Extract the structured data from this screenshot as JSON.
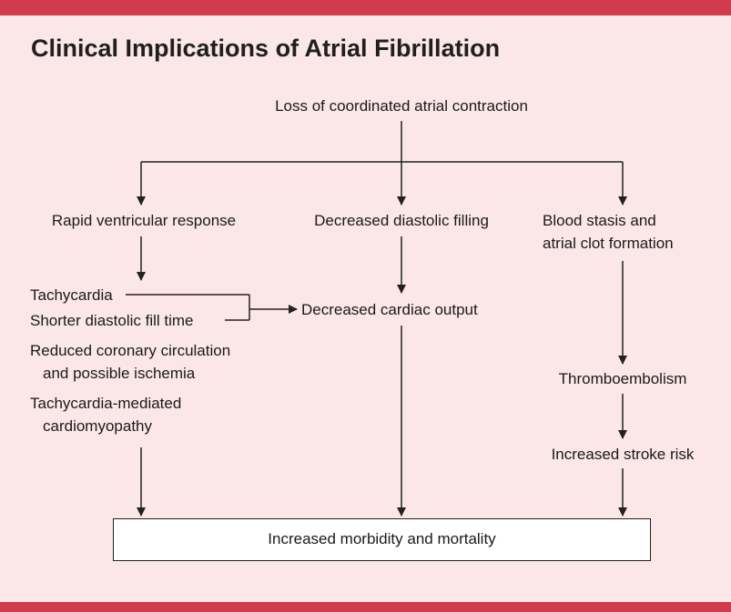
{
  "title": "Clinical Implications of Atrial Fibrillation",
  "nodes": {
    "root": "Loss of coordinated atrial contraction",
    "left": "Rapid ventricular response",
    "center": "Decreased diastolic filling",
    "right_line1": "Blood stasis and",
    "right_line2": "atrial clot formation",
    "tachycardia": "Tachycardia",
    "shorter_fill": "Shorter diastolic fill time",
    "reduced_coronary_line1": "Reduced coronary circulation",
    "reduced_coronary_line2": "and possible ischemia",
    "tcm_line1": "Tachycardia-mediated",
    "tcm_line2": "cardiomyopathy",
    "cardiac_output": "Decreased cardiac output",
    "thromboembolism": "Thromboembolism",
    "stroke": "Increased stroke risk",
    "outcome": "Increased morbidity and mortality"
  },
  "colors": {
    "background": "#fbe7e8",
    "accent_bar": "#cf3b4b",
    "line": "#222222"
  }
}
